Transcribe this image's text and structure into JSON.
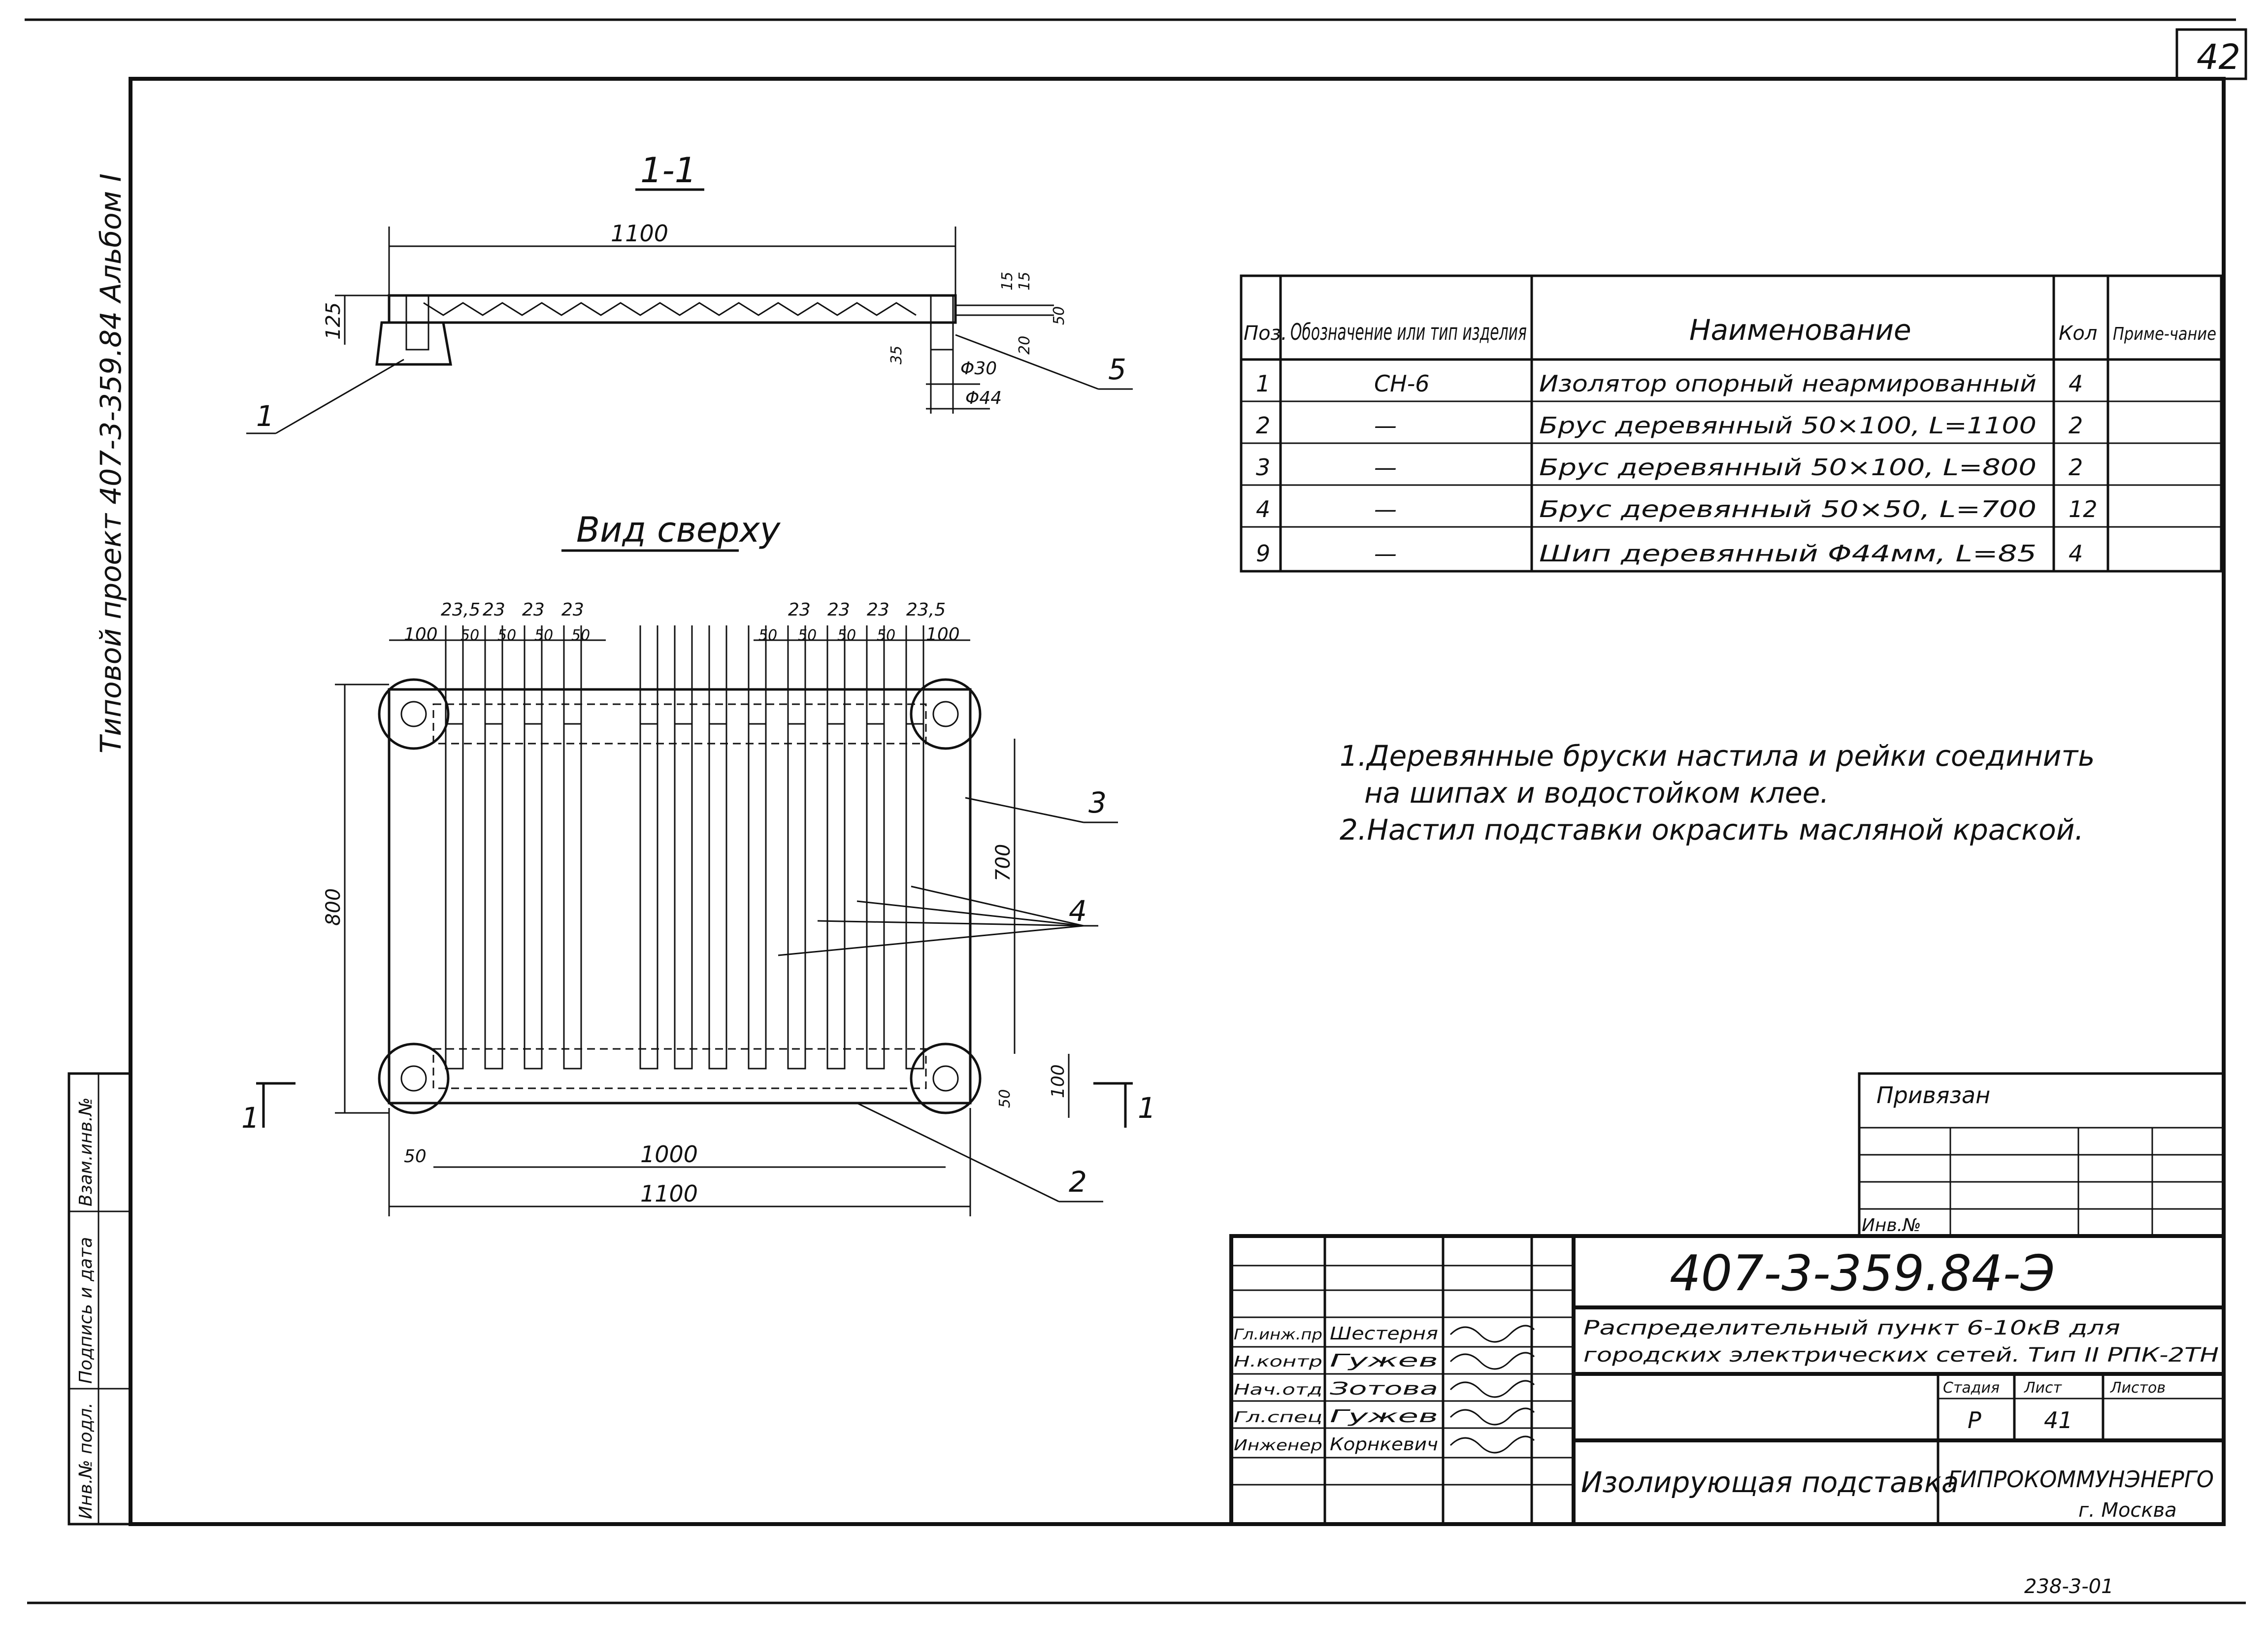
{
  "page_number": "42",
  "binder_label": "Типовой проект 407-3-359.84 Альбом I",
  "section": {
    "title": "1-1",
    "dim_length": "1100",
    "dim_height": "125",
    "dim_15a": "15",
    "dim_15b": "15",
    "dim_50": "50",
    "dim_20": "20",
    "dim_35": "35",
    "dim_d30": "Φ30",
    "dim_d44": "Φ44",
    "callout_1": "1",
    "callout_5": "5"
  },
  "plan": {
    "title": "Вид сверху",
    "top_dims": [
      "23,5",
      "23",
      "23",
      "23",
      "23",
      "23",
      "23",
      "23,5"
    ],
    "top_dims_left": [
      "23,5",
      "23",
      "23",
      "23"
    ],
    "top_dims_right": [
      "23",
      "23",
      "23",
      "23,5"
    ],
    "top_dims2_left": [
      "100",
      "50",
      "50",
      "50",
      "50"
    ],
    "top_dims2_right": [
      "50",
      "50",
      "50",
      "50",
      "100"
    ],
    "dim_800": "800",
    "dim_700": "700",
    "dim_100": "100",
    "dim_50_right": "50",
    "dim_50_bottom": "50",
    "dim_1000": "1000",
    "dim_1100": "1100",
    "callout_2": "2",
    "callout_3": "3",
    "callout_4": "4",
    "section_mark_left": "1",
    "section_mark_right": "1"
  },
  "spec_table": {
    "headers": {
      "pos": "Поз.",
      "designation": "Обозначение или тип изделия",
      "name": "Наименование",
      "qty": "Кол",
      "note": "Приме-чание"
    },
    "rows": [
      {
        "pos": "1",
        "designation": "СН-6",
        "name": "Изолятор опорный неармированный",
        "qty": "4",
        "note": ""
      },
      {
        "pos": "2",
        "designation": "—",
        "name": "Брус деревянный 50×100, L=1100",
        "qty": "2",
        "note": ""
      },
      {
        "pos": "3",
        "designation": "—",
        "name": "Брус деревянный 50×100, L=800",
        "qty": "2",
        "note": ""
      },
      {
        "pos": "4",
        "designation": "—",
        "name": "Брус деревянный 50×50, L=700",
        "qty": "12",
        "note": ""
      },
      {
        "pos": "9",
        "designation": "—",
        "name": "Шип деревянный Φ44мм, L=85",
        "qty": "4",
        "note": ""
      }
    ]
  },
  "notes": [
    "1.Деревянные бруски настила и рейки соединить",
    "на шипах и водостойком клее.",
    "2.Настил подставки окрасить масляной краской."
  ],
  "binding_block": {
    "title": "Привязан",
    "inv_label": "Инв.№"
  },
  "title_block": {
    "doc_code": "407-3-359.84-Э",
    "project_title_1": "Распределительный пункт 6-10кВ для",
    "project_title_2": "городских электрических сетей. Тип II РПК-2ТН",
    "stage_label": "Стадия",
    "sheet_label": "Лист",
    "sheets_label": "Листов",
    "stage_value": "Р",
    "sheet_value": "41",
    "drawing_title": "Изолирующая подставка",
    "organization": "ГИПРОКОММУНЭНЕРГО",
    "city": "г. Москва",
    "staff": [
      {
        "role": "Гл.инж.пр",
        "name": "Шестерня"
      },
      {
        "role": "Н.контр",
        "name": "Гужев"
      },
      {
        "role": "Нач.отд",
        "name": "Зотова"
      },
      {
        "role": "Гл.спец",
        "name": "Гужев"
      },
      {
        "role": "Инженер",
        "name": "Корнкевич"
      }
    ]
  },
  "side_stamp": {
    "inv_orig": "Инв.№ подл.",
    "sign_date": "Подпись и дата",
    "replace_inv": "Взам.инв.№"
  },
  "footer_code": "238-3-01"
}
